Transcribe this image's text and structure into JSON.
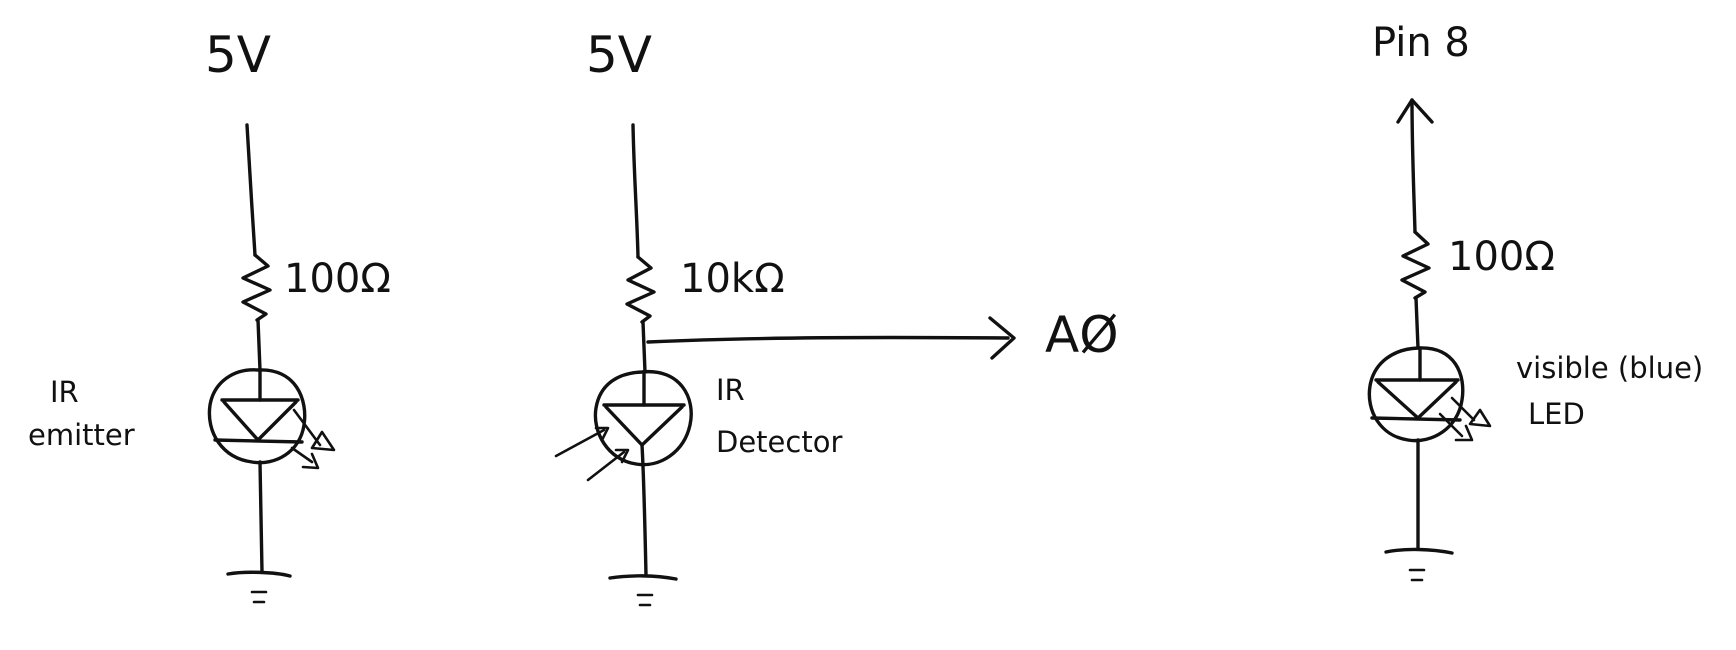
{
  "labels": {
    "emitter_supply": "5V",
    "detector_supply": "5V",
    "led_supply": "Pin 8",
    "emitter_resistor": "100Ω",
    "detector_resistor": "10kΩ",
    "led_resistor": "100Ω",
    "detector_output": "AØ",
    "emitter_name": [
      "IR",
      "emitter"
    ],
    "detector_name": [
      "IR",
      "Detector"
    ],
    "led_name": [
      "visible (blue)",
      "LED"
    ]
  }
}
